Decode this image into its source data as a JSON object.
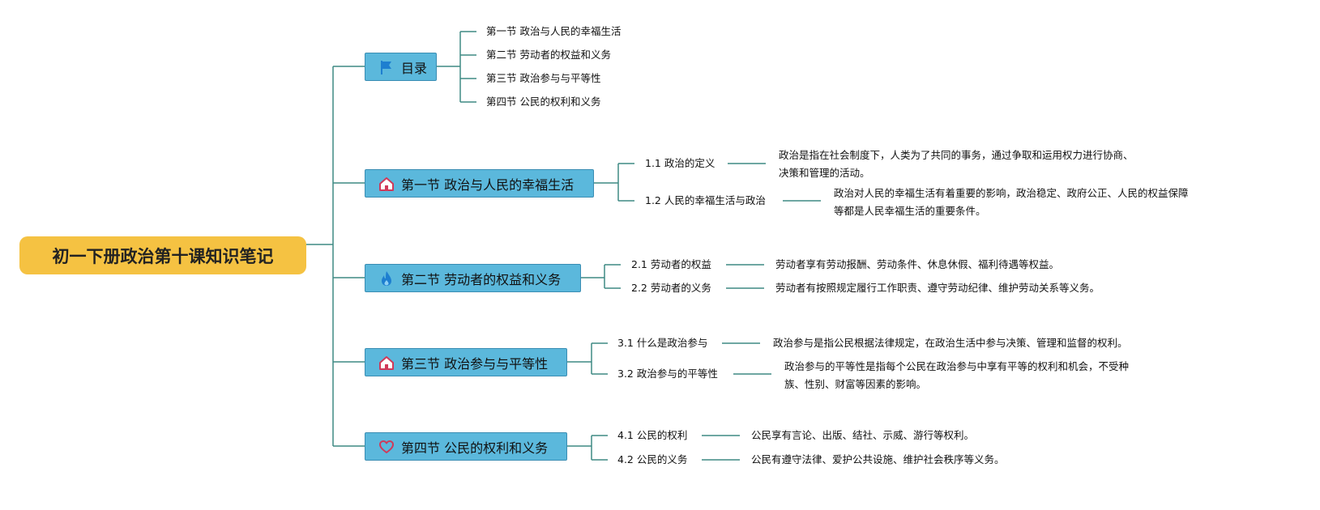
{
  "root": {
    "title": "初一下册政治第十课知识笔记"
  },
  "toc": {
    "label": "目录",
    "icon": "flag-icon",
    "items": [
      "第一节 政治与人民的幸福生活",
      "第二节 劳动者的权益和义务",
      "第三节 政治参与与平等性",
      "第四节 公民的权利和义务"
    ]
  },
  "sections": [
    {
      "label": "第一节 政治与人民的幸福生活",
      "icon": "home-icon",
      "items": [
        {
          "label": "1.1 政治的定义",
          "desc": [
            "政治是指在社会制度下，人类为了共同的事务，通过争取和运用权力进行协商、",
            "决策和管理的活动。"
          ]
        },
        {
          "label": "1.2 人民的幸福生活与政治",
          "desc": [
            "政治对人民的幸福生活有着重要的影响，政治稳定、政府公正、人民的权益保障",
            "等都是人民幸福生活的重要条件。"
          ]
        }
      ]
    },
    {
      "label": "第二节 劳动者的权益和义务",
      "icon": "flame-icon",
      "items": [
        {
          "label": "2.1 劳动者的权益",
          "desc": [
            "劳动者享有劳动报酬、劳动条件、休息休假、福利待遇等权益。"
          ]
        },
        {
          "label": "2.2 劳动者的义务",
          "desc": [
            "劳动者有按照规定履行工作职责、遵守劳动纪律、维护劳动关系等义务。"
          ]
        }
      ]
    },
    {
      "label": "第三节 政治参与与平等性",
      "icon": "home-icon",
      "items": [
        {
          "label": "3.1 什么是政治参与",
          "desc": [
            "政治参与是指公民根据法律规定，在政治生活中参与决策、管理和监督的权利。"
          ]
        },
        {
          "label": "3.2 政治参与的平等性",
          "desc": [
            "政治参与的平等性是指每个公民在政治参与中享有平等的权利和机会，不受种",
            "族、性别、财富等因素的影响。"
          ]
        }
      ]
    },
    {
      "label": "第四节 公民的权利和义务",
      "icon": "heart-icon",
      "items": [
        {
          "label": "4.1 公民的权利",
          "desc": [
            "公民享有言论、出版、结社、示威、游行等权利。"
          ]
        },
        {
          "label": "4.2 公民的义务",
          "desc": [
            "公民有遵守法律、爱护公共设施、维护社会秩序等义务。"
          ]
        }
      ]
    }
  ],
  "colors": {
    "root_fill": "#f5c242",
    "section_fill": "#5bb8dc",
    "section_border": "#3a8db3",
    "line": "#3f8a84",
    "icon_red": "#d03a5a",
    "icon_blue": "#1e7fd0"
  }
}
